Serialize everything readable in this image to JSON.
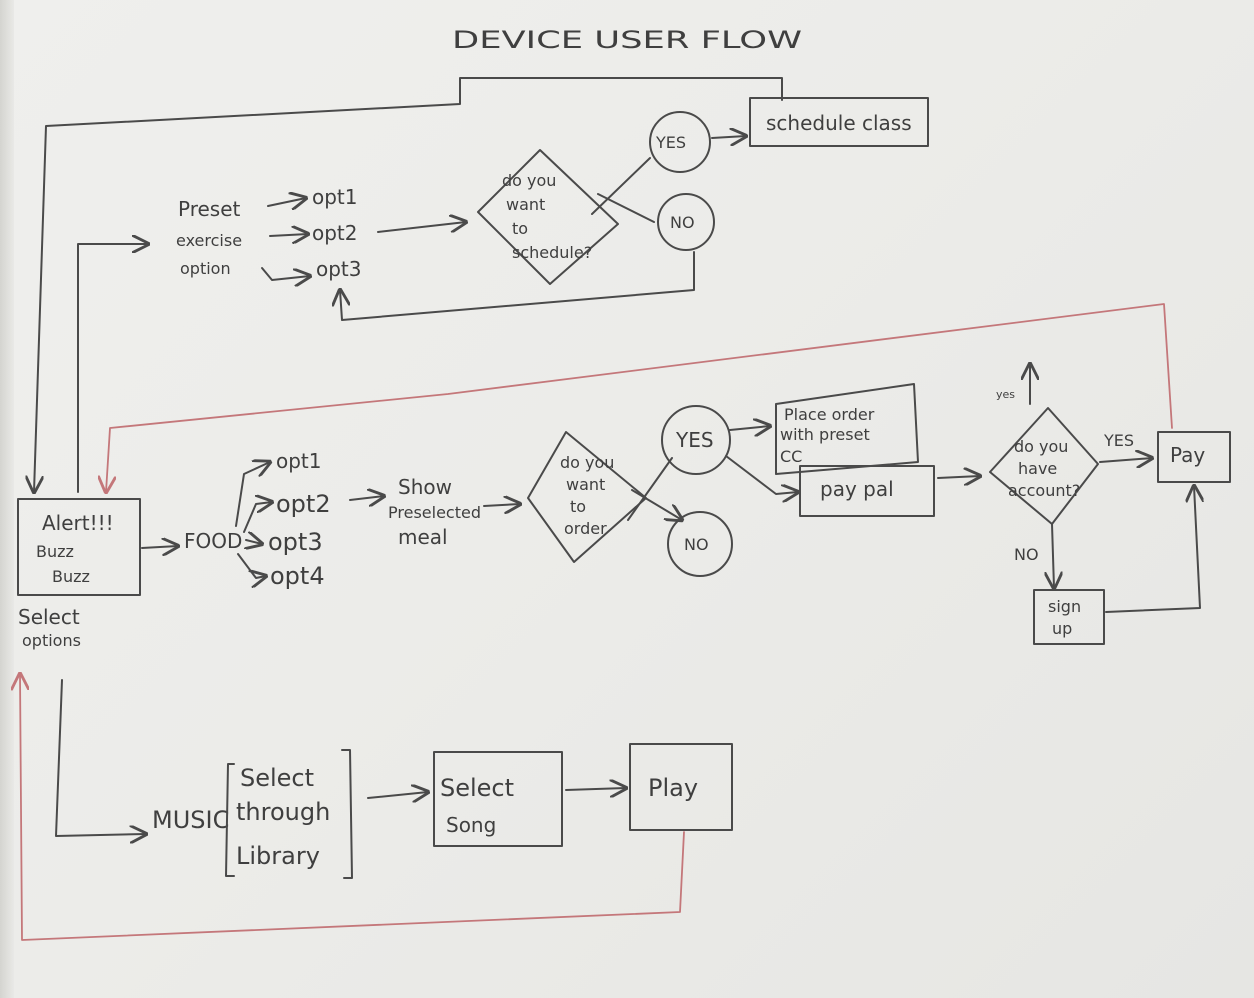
{
  "title": "DEVICE USER FLOW",
  "alert": {
    "lines": [
      "Alert!!!",
      "Buzz",
      "Buzz"
    ],
    "caption": [
      "Select",
      "options"
    ]
  },
  "exercise": {
    "label": [
      "Preset",
      "exercise",
      "option"
    ],
    "options": [
      "opt1",
      "opt2",
      "opt3"
    ],
    "decision": [
      "do you",
      "want",
      "to",
      "schedule?"
    ],
    "yes": "YES",
    "no": "NO",
    "action": "schedule class"
  },
  "food": {
    "label": "FOOD",
    "options": [
      "opt1",
      "opt2",
      "opt3",
      "opt4"
    ],
    "show": [
      "Show",
      "Preselected",
      "meal"
    ],
    "decision": [
      "do you",
      "want",
      "to",
      "order"
    ],
    "yes": "YES",
    "no": "NO",
    "place_order": [
      "Place order",
      "with preset",
      "CC"
    ],
    "paypal": "pay pal",
    "account_decision": [
      "do you",
      "have",
      "account?"
    ],
    "account_yes": "YES",
    "account_no": "NO",
    "sign_up": [
      "sign",
      "up"
    ],
    "pay": "Pay",
    "up_mark": "yes"
  },
  "music": {
    "label": "MUSIC",
    "library": [
      "Select",
      "through",
      "Library"
    ],
    "song": [
      "Select",
      "Song"
    ],
    "play": "Play"
  }
}
